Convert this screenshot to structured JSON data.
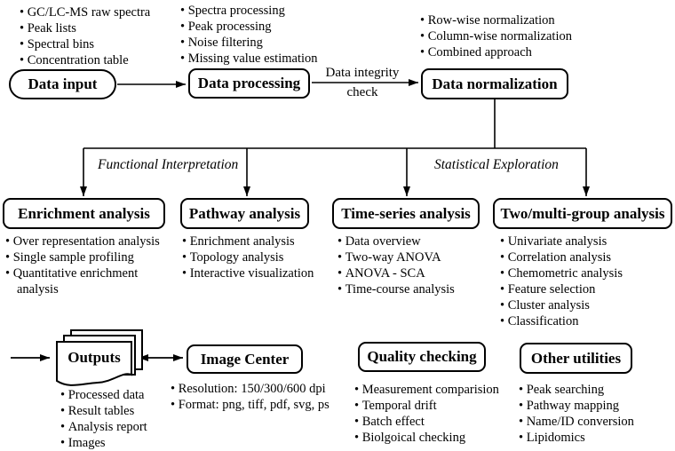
{
  "colors": {
    "line": "#000000",
    "border": "#000000",
    "background": "#ffffff",
    "text": "#000000"
  },
  "top_row": {
    "data_input": {
      "label": "Data input",
      "bullets": [
        "GC/LC-MS raw spectra",
        "Peak lists",
        "Spectral bins",
        "Concentration table"
      ]
    },
    "data_processing": {
      "label": "Data processing",
      "bullets": [
        "Spectra processing",
        "Peak processing",
        "Noise filtering",
        "Missing value estimation"
      ]
    },
    "integrity_label": {
      "line1": "Data integrity",
      "line2": "check"
    },
    "data_normalization": {
      "label": "Data normalization",
      "bullets": [
        "Row-wise normalization",
        "Column-wise normalization",
        "Combined approach"
      ]
    }
  },
  "branches": {
    "functional": "Functional Interpretation",
    "statistical": "Statistical Exploration"
  },
  "analysis": {
    "enrichment": {
      "label": "Enrichment analysis",
      "bullets": [
        "Over representation analysis",
        "Single sample profiling",
        "Quantitative enrichment analysis"
      ]
    },
    "pathway": {
      "label": "Pathway analysis",
      "bullets": [
        "Enrichment analysis",
        "Topology analysis",
        "Interactive visualization"
      ]
    },
    "timeseries": {
      "label": "Time-series analysis",
      "bullets": [
        "Data overview",
        "Two-way ANOVA",
        "ANOVA - SCA",
        "Time-course analysis"
      ]
    },
    "twomulti": {
      "label": "Two/multi-group analysis",
      "bullets": [
        "Univariate analysis",
        "Correlation analysis",
        "Chemometric analysis",
        "Feature selection",
        "Cluster analysis",
        "Classification"
      ]
    }
  },
  "bottom_row": {
    "outputs": {
      "label": "Outputs",
      "bullets": [
        "Processed data",
        "Result tables",
        "Analysis report",
        "Images"
      ]
    },
    "image_center": {
      "label": "Image Center",
      "bullets": [
        "Resolution: 150/300/600 dpi",
        "Format: png, tiff, pdf, svg, ps"
      ]
    },
    "quality": {
      "label": "Quality checking",
      "bullets": [
        "Measurement comparision",
        "Temporal drift",
        "Batch effect",
        "Biolgoical checking"
      ]
    },
    "other": {
      "label": "Other utilities",
      "bullets": [
        "Peak searching",
        "Pathway mapping",
        "Name/ID conversion",
        "Lipidomics"
      ]
    }
  }
}
